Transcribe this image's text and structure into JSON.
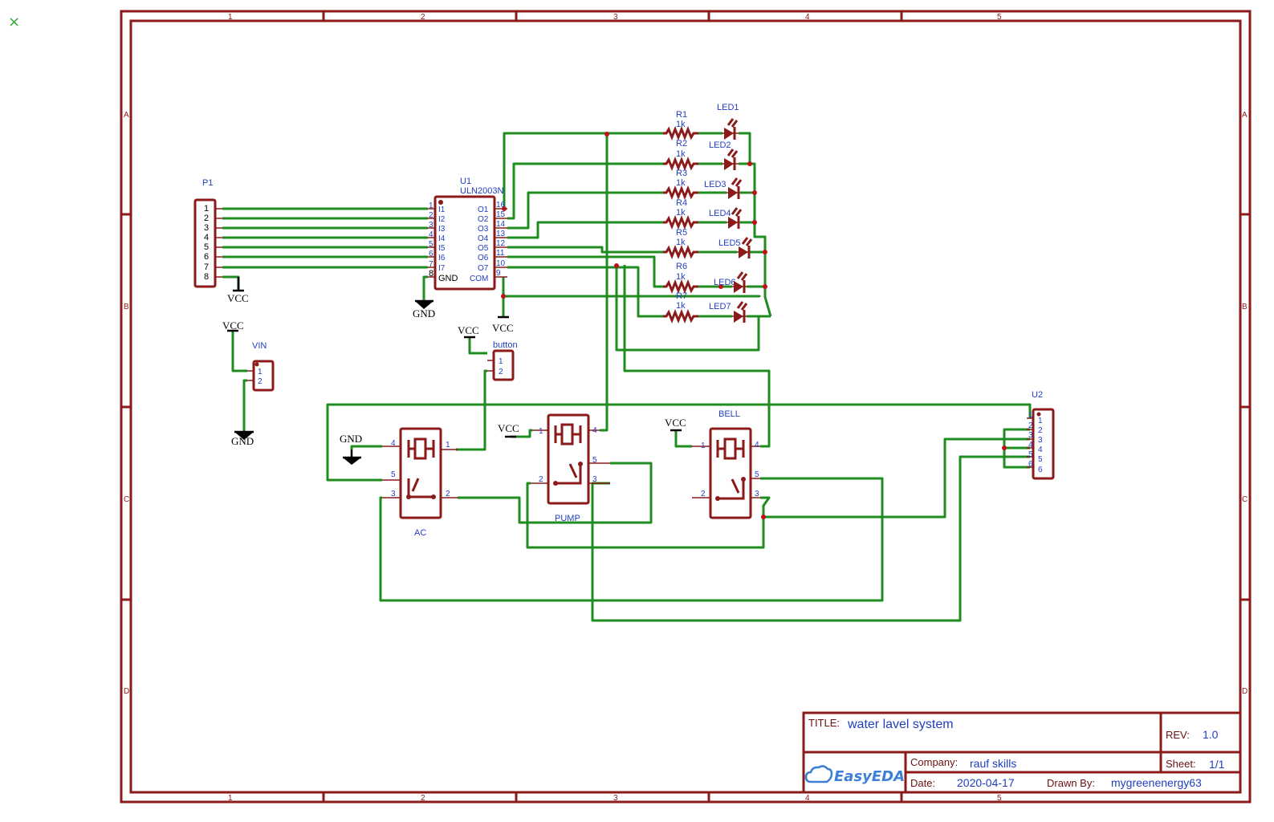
{
  "close_symbol": "×",
  "frame": {
    "columns": [
      "1",
      "2",
      "3",
      "4",
      "5"
    ],
    "rows": [
      "A",
      "B",
      "C",
      "D"
    ]
  },
  "components": {
    "p1": {
      "ref": "P1",
      "pins": [
        "1",
        "2",
        "3",
        "4",
        "5",
        "6",
        "7",
        "8"
      ]
    },
    "u1": {
      "ref": "U1",
      "value": "ULN2003N",
      "left_pins": [
        "1",
        "2",
        "3",
        "4",
        "5",
        "6",
        "7",
        "8"
      ],
      "left_names": [
        "I1",
        "I2",
        "I3",
        "I4",
        "I5",
        "I6",
        "I7",
        "GND"
      ],
      "right_pins": [
        "16",
        "15",
        "14",
        "13",
        "12",
        "11",
        "10",
        "9"
      ],
      "right_names": [
        "O1",
        "O2",
        "O3",
        "O4",
        "O5",
        "O6",
        "O7",
        "COM"
      ]
    },
    "resistors": [
      {
        "ref": "R1",
        "value": "1k"
      },
      {
        "ref": "R2",
        "value": "1k"
      },
      {
        "ref": "R3",
        "value": "1k"
      },
      {
        "ref": "R4",
        "value": "1k"
      },
      {
        "ref": "R5",
        "value": "1k"
      },
      {
        "ref": "R6",
        "value": "1k"
      },
      {
        "ref": "R7",
        "value": "1k"
      }
    ],
    "leds": [
      "LED1",
      "LED2",
      "LED3",
      "LED4",
      "LED5",
      "LED6",
      "LED7"
    ],
    "vin": {
      "ref": "VIN",
      "pins": [
        "1",
        "2"
      ]
    },
    "button": {
      "ref": "button",
      "pins": [
        "1",
        "2"
      ]
    },
    "u2": {
      "ref": "U2",
      "pins": [
        "1",
        "2",
        "3",
        "4",
        "5",
        "6"
      ]
    },
    "relays": {
      "ac": {
        "ref": "AC",
        "pins": [
          "4",
          "5",
          "3",
          "1",
          "2"
        ]
      },
      "pump": {
        "ref": "PUMP",
        "pins": [
          "1",
          "2",
          "4",
          "5",
          "3"
        ]
      },
      "bell": {
        "ref": "BELL",
        "pins": [
          "1",
          "2",
          "4",
          "5",
          "3"
        ]
      }
    }
  },
  "power": {
    "vcc": "VCC",
    "gnd": "GND"
  },
  "title_block": {
    "title_label": "TITLE:",
    "title": "water lavel system",
    "rev_label": "REV:",
    "rev": "1.0",
    "company_label": "Company:",
    "company": "rauf skills",
    "sheet_label": "Sheet:",
    "sheet": "1/1",
    "date_label": "Date:",
    "date": "2020-04-17",
    "drawn_label": "Drawn By:",
    "drawn_by": "mygreenenergy63",
    "logo": "EasyEDA"
  },
  "colors": {
    "wire": "#1e8c1e",
    "symbol": "#8b1a1a",
    "pin_text": "#1f3fbf",
    "logo": "#3d7fd6"
  }
}
